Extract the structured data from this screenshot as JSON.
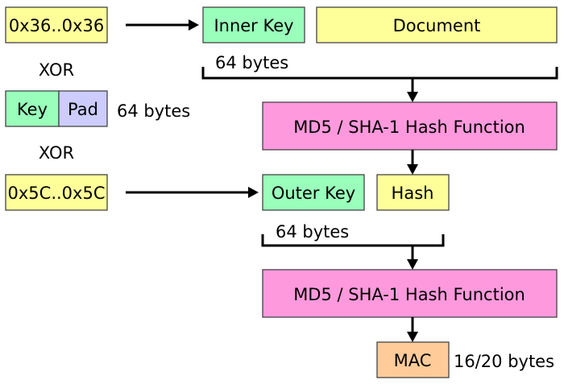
{
  "colors": {
    "yellow": "#ffff99",
    "green": "#99ffbb",
    "lavender": "#ccccff",
    "pink": "#ff99dd",
    "orange": "#ffcc99"
  },
  "left": {
    "ipad": "0x36..0x36",
    "xor_top": "XOR",
    "key": "Key",
    "pad": "Pad",
    "key_pad_size": "64 bytes",
    "xor_bottom": "XOR",
    "opad": "0x5C..0x5C"
  },
  "inner": {
    "key": "Inner Key",
    "document": "Document",
    "brace_size": "64 bytes",
    "hash_function": "MD5 / SHA-1 Hash Function"
  },
  "outer": {
    "key": "Outer Key",
    "hash": "Hash",
    "brace_size": "64 bytes",
    "hash_function": "MD5 / SHA-1 Hash Function"
  },
  "output": {
    "mac": "MAC",
    "mac_size": "16/20 bytes"
  }
}
